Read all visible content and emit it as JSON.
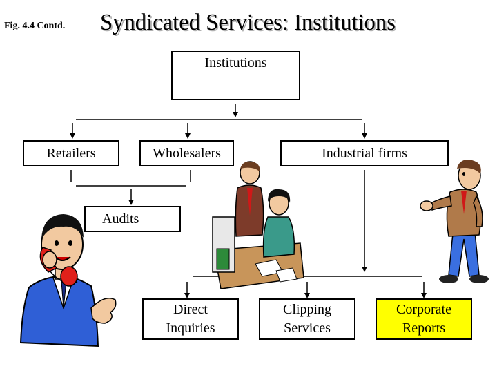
{
  "header": {
    "fig_label": "Fig. 4.4 Contd.",
    "title": "Syndicated Services: Institutions"
  },
  "nodes": {
    "institutions": "Institutions",
    "retailers": "Retailers",
    "wholesalers": "Wholesalers",
    "industrial_firms": "Industrial firms",
    "audits": "Audits",
    "direct_inquiries": "Direct\nInquiries",
    "clipping_services": "Clipping\nServices",
    "corporate_reports": "Corporate\nReports"
  },
  "colors": {
    "highlight_box": "#ffff00",
    "line": "#000000"
  },
  "illustrations": [
    "man-on-phone-icon",
    "office-workers-at-computer-icon",
    "man-gesturing-icon"
  ]
}
